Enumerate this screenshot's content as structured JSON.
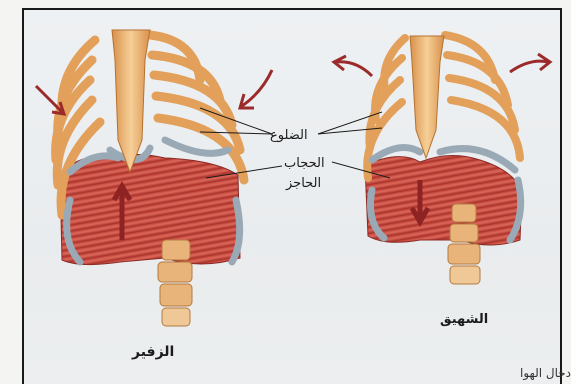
{
  "labels": {
    "ribs": "الضلوع",
    "diaphragm_line1": "الحجاب",
    "diaphragm_line2": "الحاجز",
    "exhalation": "الزفير",
    "inhalation": "الشهيق",
    "footer_fragment": "أدخال الهوا"
  },
  "colors": {
    "bone": "#e9a55a",
    "bone_light": "#f6cf98",
    "cartilage": "#9aa9b6",
    "muscle": "#c8453f",
    "muscle_dark": "#9e2c2b",
    "arrow": "#8e2323",
    "background": "#eceff1"
  }
}
